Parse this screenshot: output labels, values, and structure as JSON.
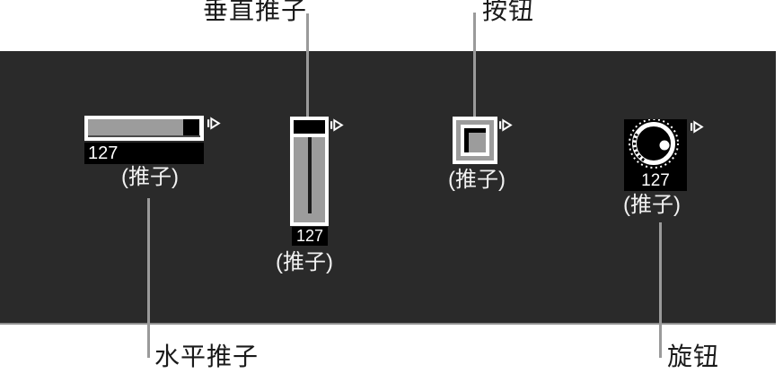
{
  "figure": {
    "annotations": {
      "vertical_slider_label": "垂直推子",
      "button_label": "按钮",
      "horizontal_slider_label": "水平推子",
      "knob_label": "旋钮"
    },
    "controls": {
      "horizontal_slider": {
        "value": "127",
        "caption": "(推子)"
      },
      "vertical_slider": {
        "value": "127",
        "caption": "(推子)"
      },
      "button": {
        "caption": "(推子)"
      },
      "knob": {
        "value": "127",
        "caption": "(推子)"
      }
    },
    "colors": {
      "panel_bg": "#2a2a2a",
      "control_gray": "#9c9c9c",
      "frame_white": "#ffffff",
      "value_bg": "#000000",
      "leader_line": "#9a9a9a",
      "annotation_text": "#1a1a1a"
    }
  }
}
